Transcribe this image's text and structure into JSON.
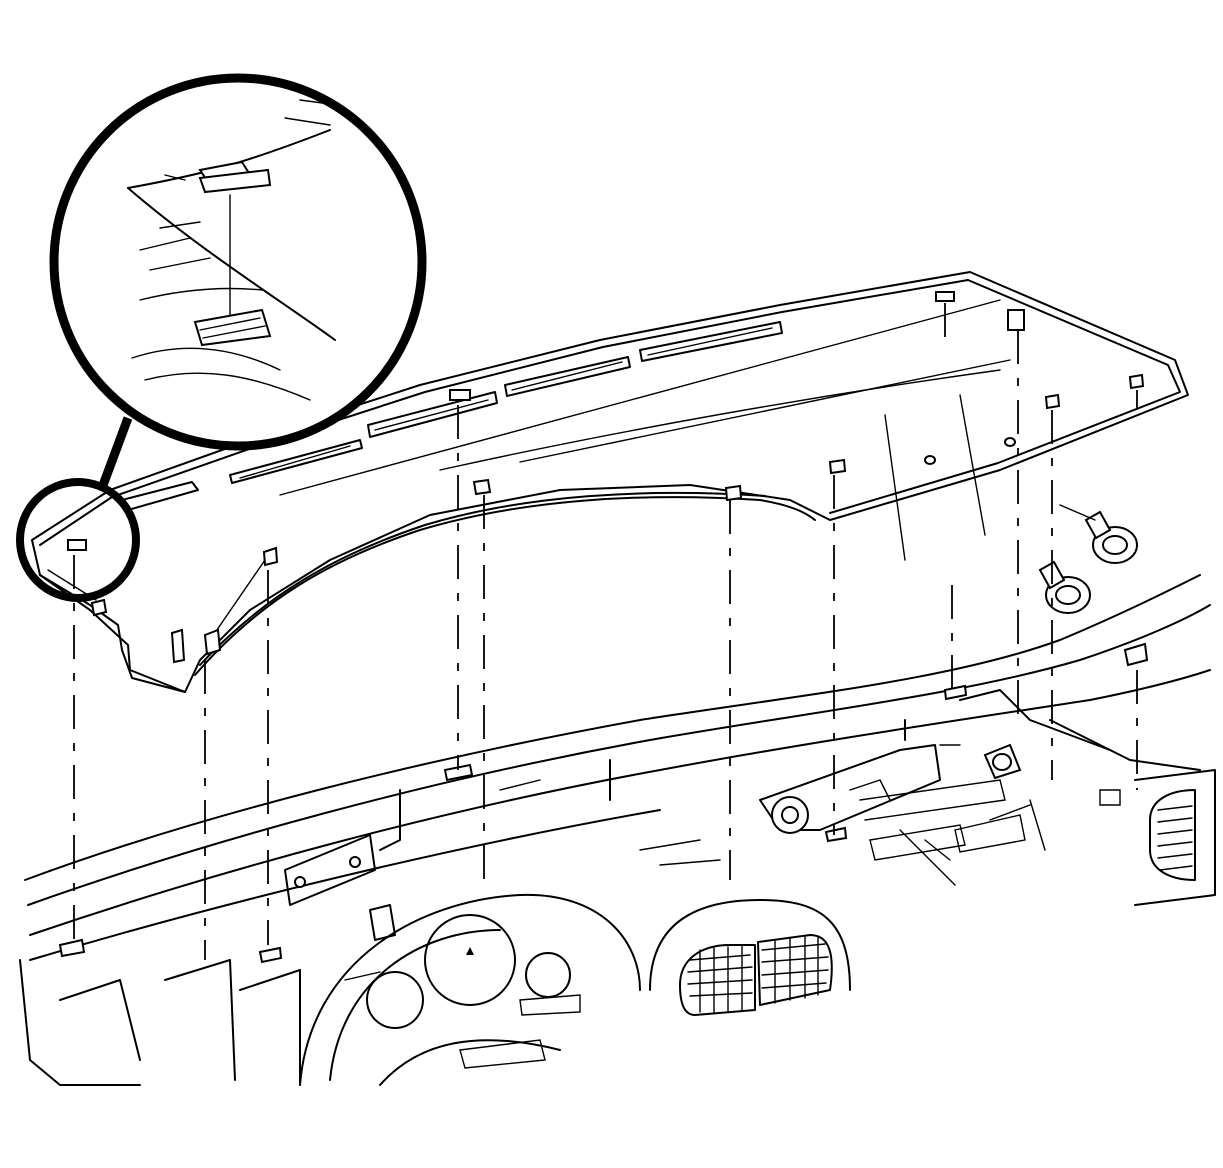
{
  "diagram": {
    "code_label": "",
    "colors": {
      "line": "#000000",
      "background": "#ffffff"
    },
    "parts": [
      "instrument-panel-upper-trim-pad",
      "retainer-clips",
      "mounting-bolts",
      "instrument-panel-carrier",
      "detail-view-circle"
    ]
  }
}
